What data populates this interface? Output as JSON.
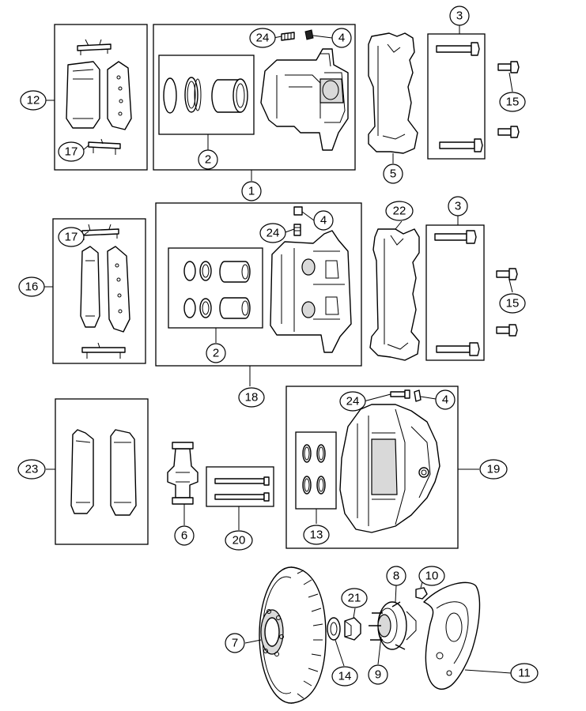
{
  "callouts": {
    "c1": "1",
    "c2a": "2",
    "c2b": "2",
    "c3a": "3",
    "c3b": "3",
    "c4a": "4",
    "c4b": "4",
    "c4c": "4",
    "c5": "5",
    "c6": "6",
    "c7": "7",
    "c8": "8",
    "c9": "9",
    "c10": "10",
    "c11": "11",
    "c12": "12",
    "c13": "13",
    "c14": "14",
    "c15a": "15",
    "c15b": "15",
    "c16": "16",
    "c17a": "17",
    "c17b": "17",
    "c18": "18",
    "c19": "19",
    "c20": "20",
    "c21": "21",
    "c22": "22",
    "c23": "23",
    "c24a": "24",
    "c24b": "24",
    "c24c": "24"
  },
  "colors": {
    "line": "#000000",
    "background": "#ffffff",
    "shade": "#d9d9d9"
  }
}
